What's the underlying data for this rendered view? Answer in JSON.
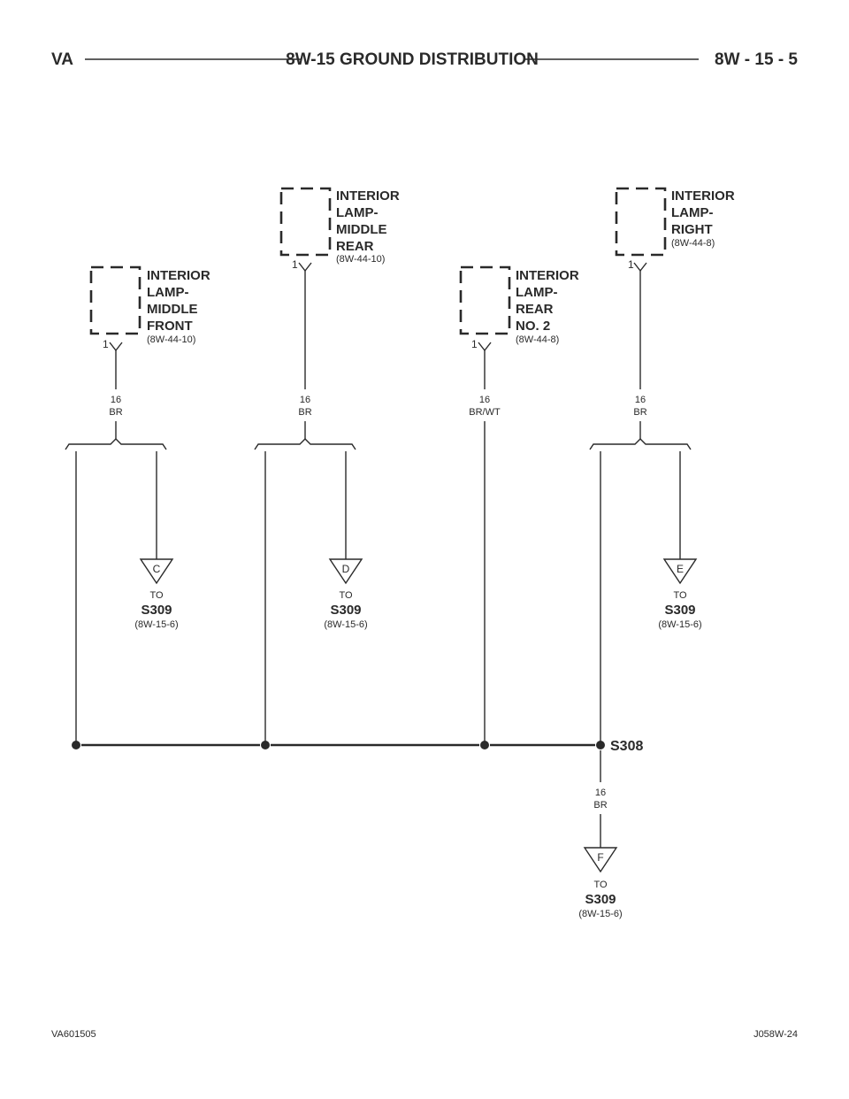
{
  "header": {
    "left": "VA",
    "title": "8W-15 GROUND DISTRIBUTION",
    "right": "8W - 15 - 5"
  },
  "components": [
    {
      "id": "mf",
      "lines": [
        "INTERIOR",
        "LAMP-",
        "MIDDLE",
        "FRONT"
      ],
      "ref": "(8W-44-10)",
      "pin": "1",
      "gauge": "16",
      "color": "BR"
    },
    {
      "id": "mr",
      "lines": [
        "INTERIOR",
        "LAMP-",
        "MIDDLE",
        "REAR"
      ],
      "ref": "(8W-44-10)",
      "pin": "1",
      "gauge": "16",
      "color": "BR"
    },
    {
      "id": "r2",
      "lines": [
        "INTERIOR",
        "LAMP-",
        "REAR",
        "NO. 2"
      ],
      "ref": "(8W-44-8)",
      "pin": "1",
      "gauge": "16",
      "color": "BR/WT"
    },
    {
      "id": "rt",
      "lines": [
        "INTERIOR",
        "LAMP-",
        "RIGHT"
      ],
      "ref": "(8W-44-8)",
      "pin": "1",
      "gauge": "16",
      "color": "BR"
    }
  ],
  "connectors": [
    {
      "letter": "C",
      "to": "TO",
      "dest": "S309",
      "ref": "(8W-15-6)"
    },
    {
      "letter": "D",
      "to": "TO",
      "dest": "S309",
      "ref": "(8W-15-6)"
    },
    {
      "letter": "E",
      "to": "TO",
      "dest": "S309",
      "ref": "(8W-15-6)"
    },
    {
      "letter": "F",
      "to": "TO",
      "dest": "S309",
      "ref": "(8W-15-6)"
    }
  ],
  "splice": {
    "label": "S308",
    "gauge": "16",
    "color": "BR"
  },
  "footer": {
    "left": "VA601505",
    "right": "J058W-24"
  }
}
